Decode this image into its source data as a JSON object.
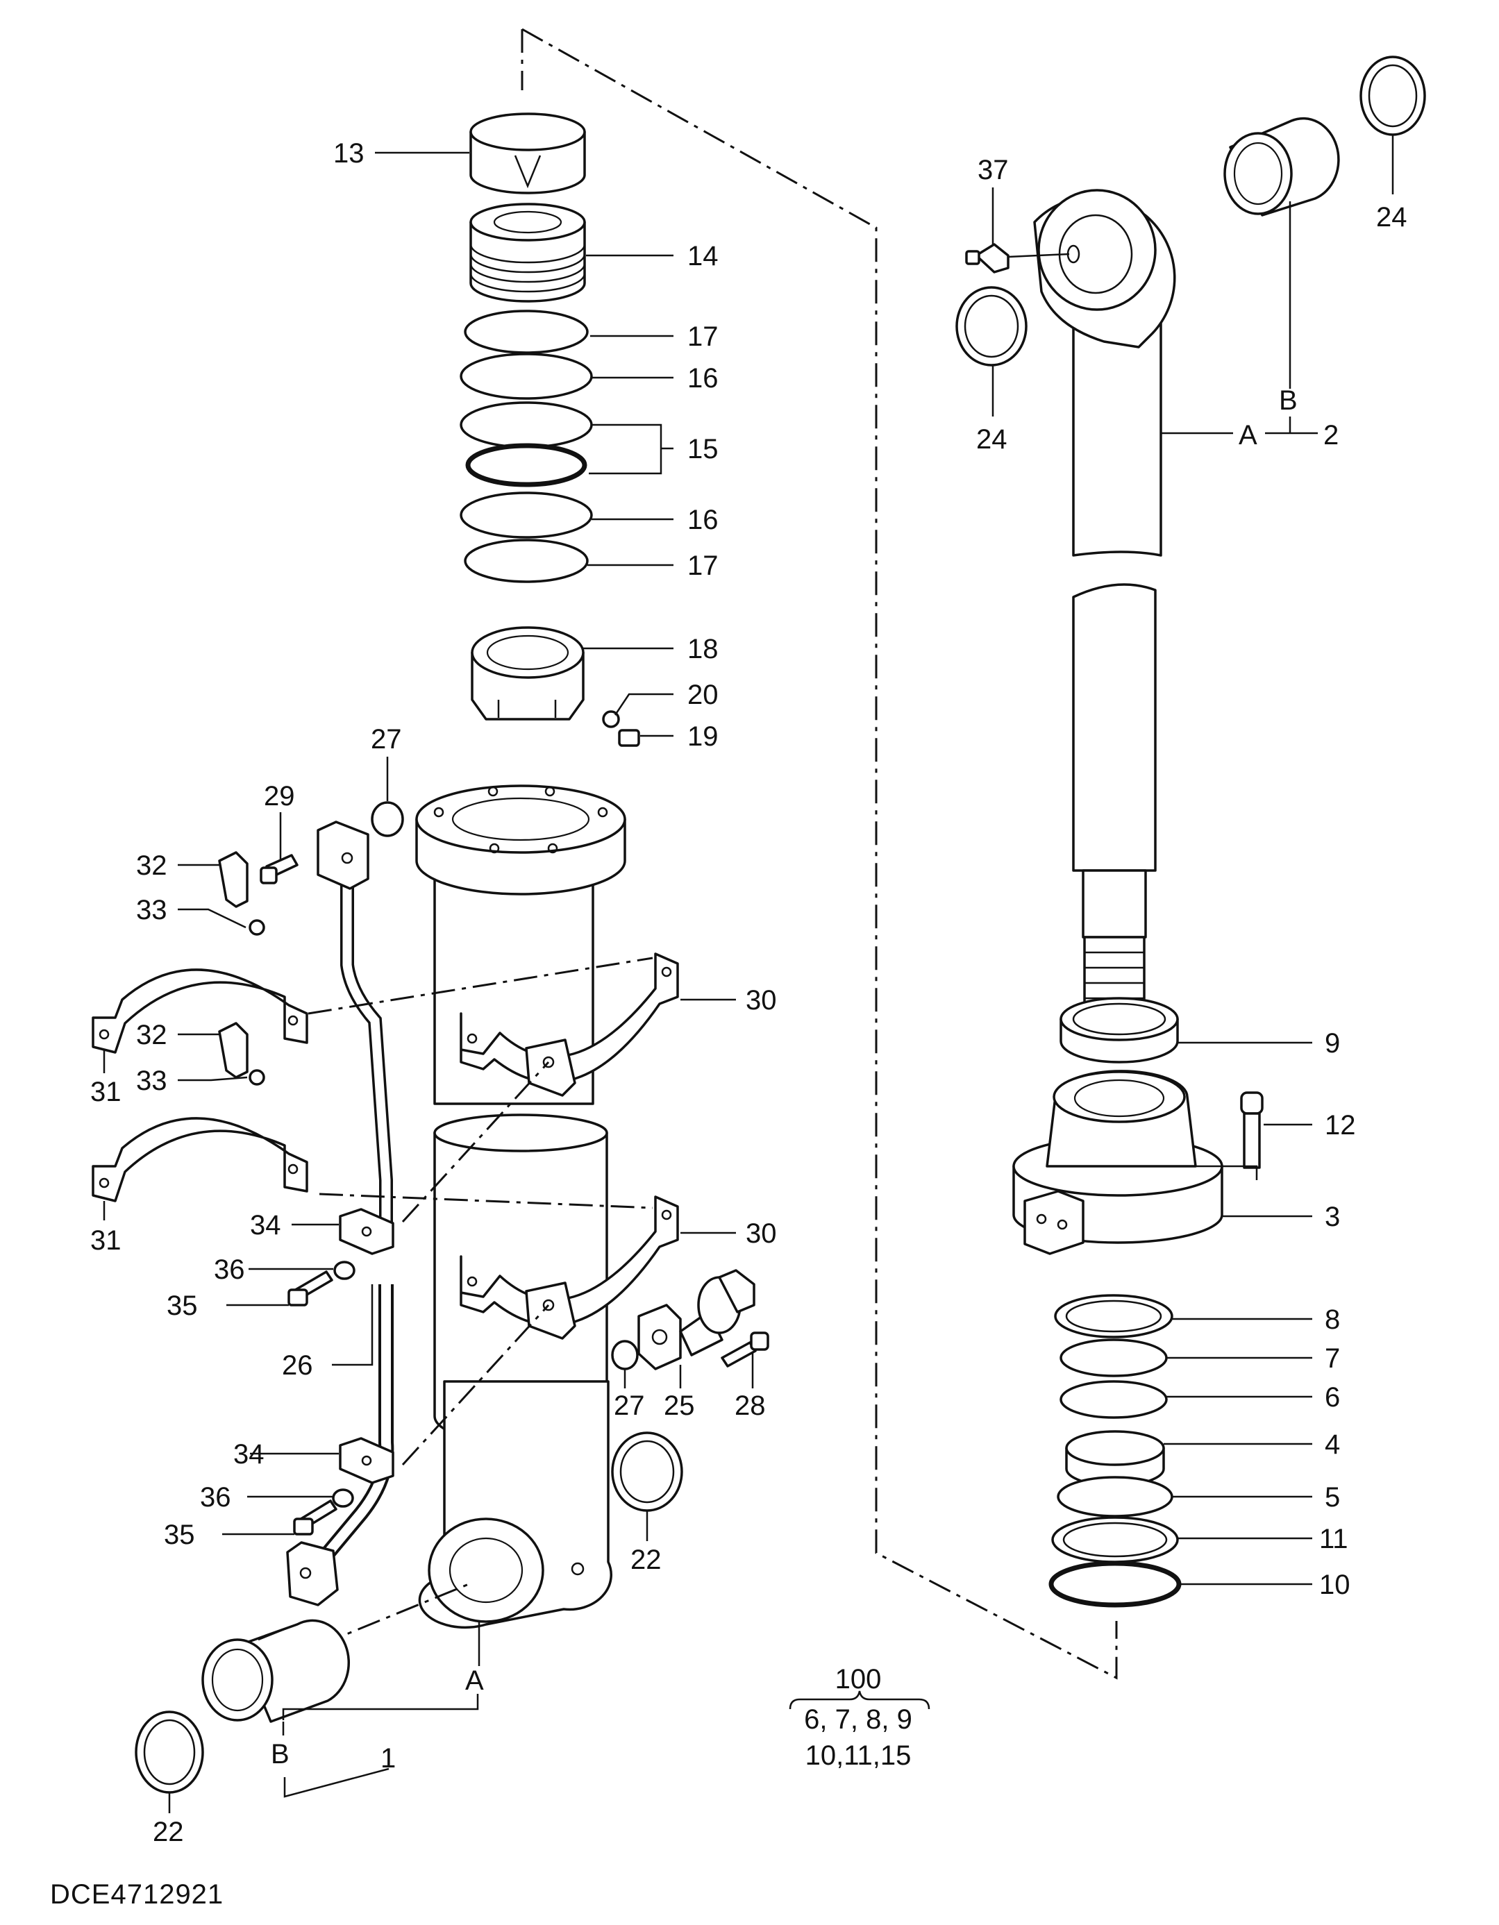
{
  "diagram": {
    "code": "DCE4712921",
    "callouts": [
      "13",
      "14",
      "17",
      "16",
      "15",
      "16",
      "17",
      "18",
      "20",
      "19",
      "27",
      "29",
      "32",
      "33",
      "30",
      "32",
      "33",
      "31",
      "31",
      "30",
      "34",
      "36",
      "35",
      "26",
      "34",
      "36",
      "35",
      "27",
      "25",
      "28",
      "22",
      "22",
      "A",
      "B",
      "1",
      "37",
      "24",
      "24",
      "B",
      "A",
      "2",
      "9",
      "12",
      "3",
      "8",
      "7",
      "6",
      "4",
      "5",
      "11",
      "10"
    ],
    "kit": {
      "number": "100",
      "parts_line1": "6, 7, 8, 9",
      "parts_line2": "10,11,15"
    }
  }
}
